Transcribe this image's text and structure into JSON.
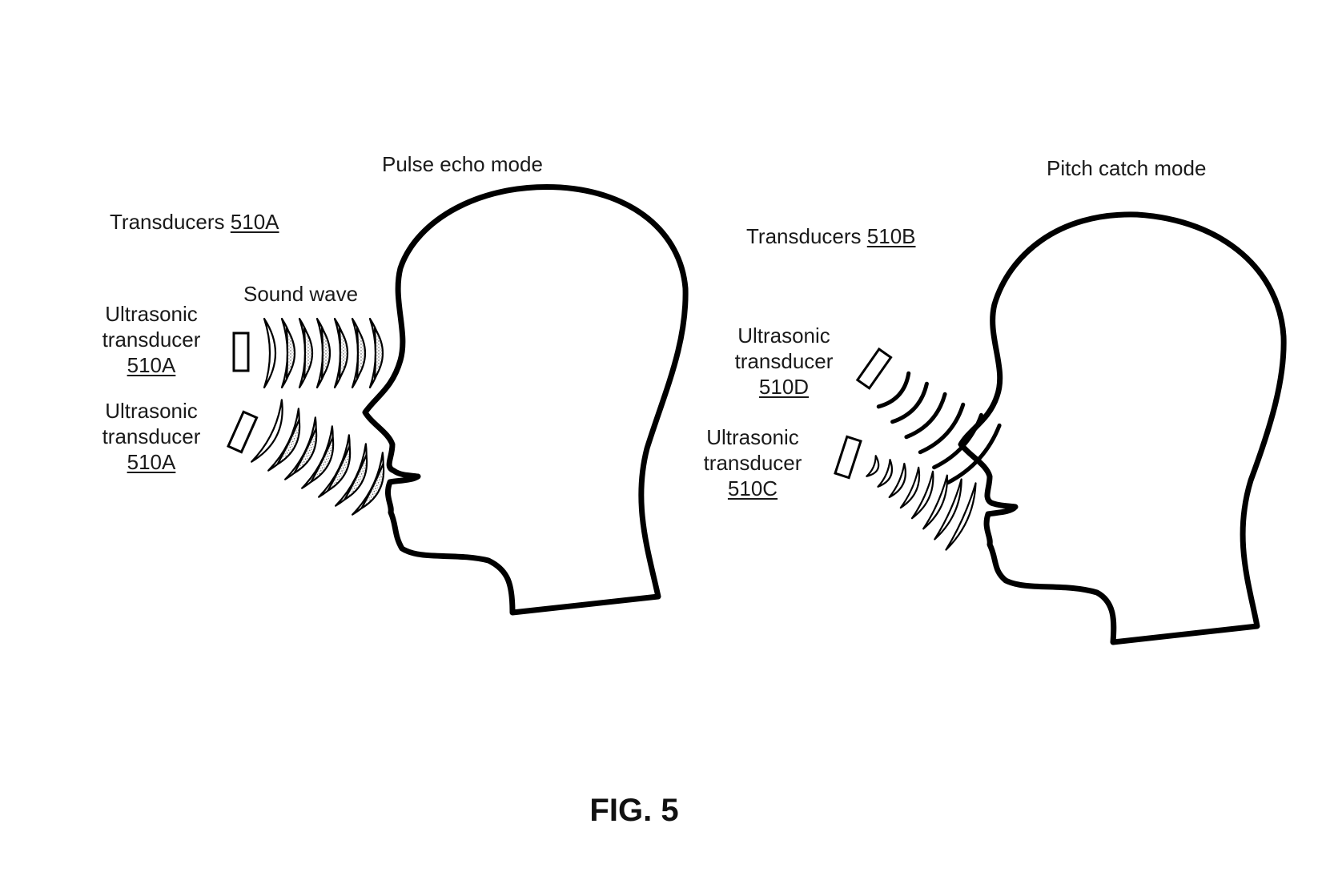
{
  "left_panel": {
    "mode_title": "Pulse echo mode",
    "group_label": "Transducers",
    "group_ref": "510A",
    "wave_label": "Sound wave",
    "transducer_top": {
      "line1": "Ultrasonic",
      "line2": "transducer",
      "ref": "510A"
    },
    "transducer_bottom": {
      "line1": "Ultrasonic",
      "line2": "transducer",
      "ref": "510A"
    }
  },
  "right_panel": {
    "mode_title": "Pitch catch mode",
    "group_label": "Transducers",
    "group_ref": "510B",
    "transducer_top": {
      "line1": "Ultrasonic",
      "line2": "transducer",
      "ref": "510D"
    },
    "transducer_bottom": {
      "line1": "Ultrasonic",
      "line2": "transducer",
      "ref": "510C"
    }
  },
  "figure_label": "FIG. 5"
}
